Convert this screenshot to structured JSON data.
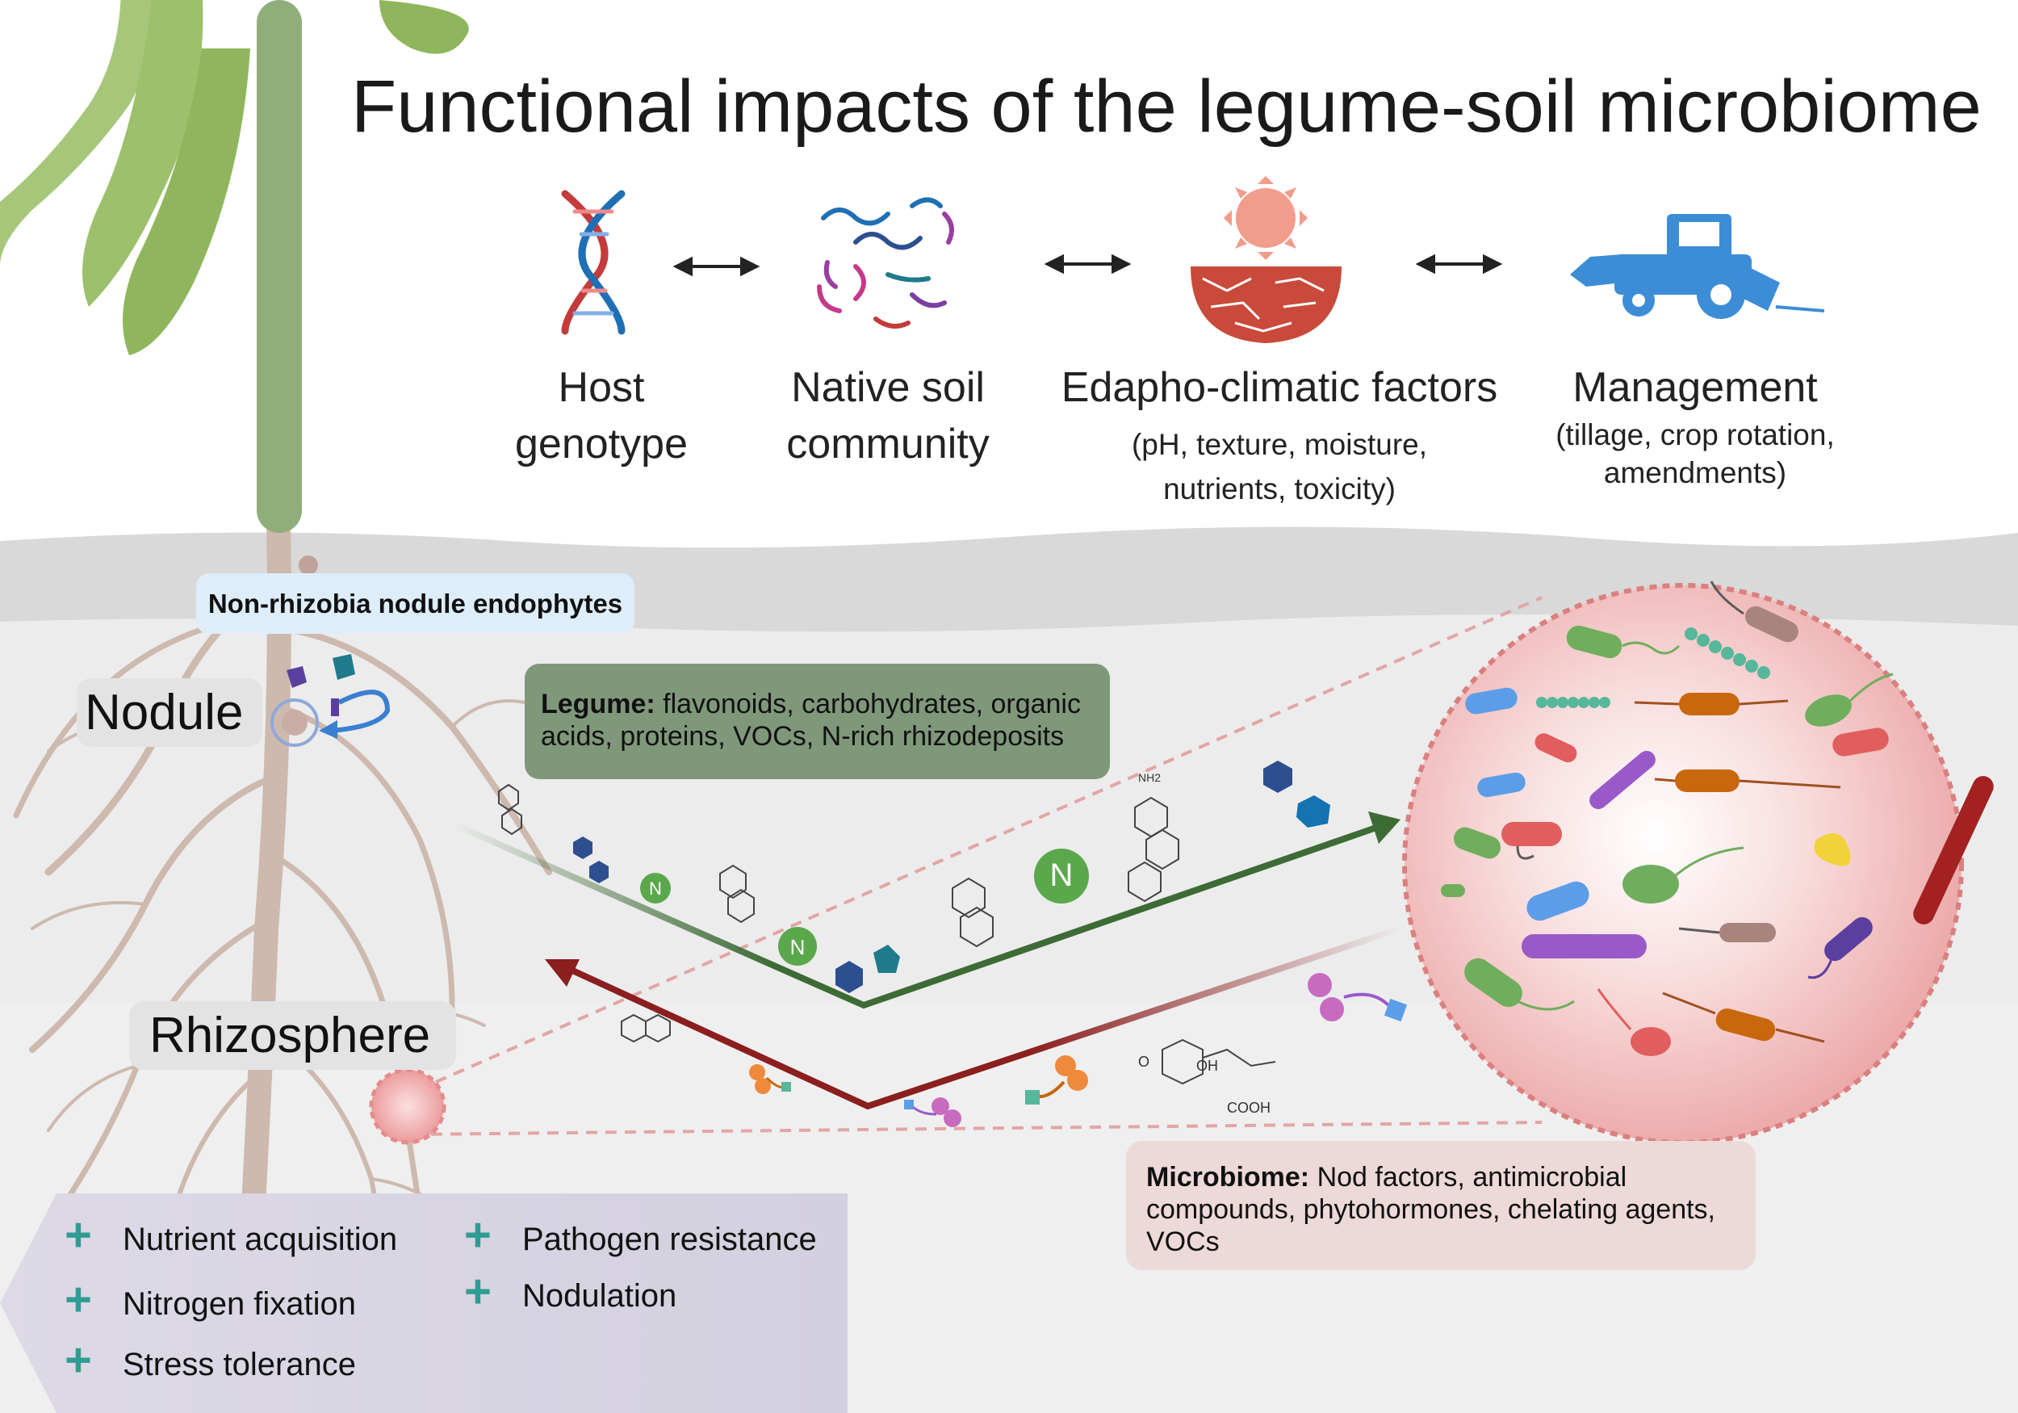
{
  "title": "Functional impacts of the legume-soil microbiome",
  "factors": [
    {
      "main_line1": "Host",
      "main_line2": "genotype",
      "icon": "dna-icon"
    },
    {
      "main_line1": "Native soil",
      "main_line2": "community",
      "icon": "microbes-icon"
    },
    {
      "main": "Edapho-climatic factors",
      "sub_line1": "(pH, texture, moisture,",
      "sub_line2": "nutrients, toxicity)",
      "icon": "sun-soil-icon"
    },
    {
      "main": "Management",
      "sub_line1": "(tillage, crop rotation,",
      "sub_line2": "amendments)",
      "icon": "tractor-icon"
    }
  ],
  "labels": {
    "nodule": "Nodule",
    "rhizosphere": "Rhizosphere",
    "endophytes": "Non-rhizobia nodule endophytes"
  },
  "legume_box": {
    "bold": "Legume:",
    "text": " flavonoids, carbohydrates, organic acids, proteins, VOCs,  N-rich rhizodeposits"
  },
  "microbiome_box": {
    "bold": "Microbiome:",
    "text": " Nod factors, antimicrobial compounds, phytohormones, chelating agents, VOCs"
  },
  "benefits": {
    "col1": [
      "Nutrient acquisition",
      "Nitrogen fixation",
      "Stress tolerance"
    ],
    "col2": [
      "Pathogen resistance",
      "Nodulation"
    ],
    "plus_symbol": "+"
  },
  "molecule_labels": {
    "nitrogen": "N",
    "oh": "OH",
    "o": "O",
    "cooh": "COOH",
    "nh2": "NH2"
  },
  "colors": {
    "legume_arrow": "#3d6b35",
    "microbe_arrow": "#8b1e1e",
    "plus": "#2f9c94",
    "stem": "#8fae7c",
    "soil": "#f0f0f0",
    "zoom_circle": "#f2b9b9"
  }
}
